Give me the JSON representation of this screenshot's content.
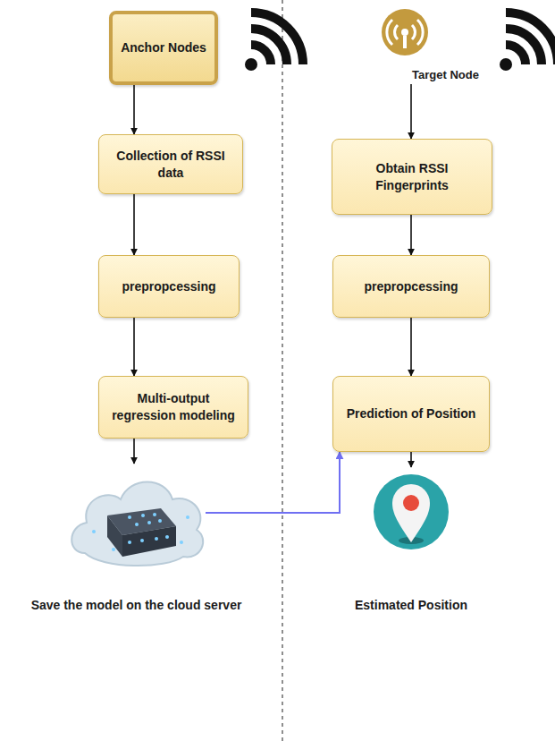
{
  "diagram": {
    "nodes": [
      {
        "text": [
          "Anchor Nodes"
        ]
      },
      {
        "text": [
          "Collection of RSSI data"
        ]
      },
      {
        "text": [
          "prepropcessing"
        ]
      },
      {
        "text": [
          "Multi-output regression modeling"
        ]
      },
      {
        "text": [
          "Save the model on the cloud server"
        ]
      },
      {
        "text": [
          "Target Node"
        ]
      },
      {
        "text": [
          "Obtain RSSI Fingerprints"
        ]
      },
      {
        "text": [
          "prepropcessing"
        ]
      },
      {
        "text": [
          "Prediction of Position"
        ]
      },
      {
        "text": [
          "Estimated Position"
        ]
      }
    ],
    "edges": [
      {
        "from": 0,
        "to": 1,
        "arrow": "to"
      },
      {
        "from": 1,
        "to": 2,
        "arrow": "to"
      },
      {
        "from": 2,
        "to": 3,
        "arrow": "to"
      },
      {
        "from": 3,
        "to": 4,
        "arrow": "to"
      },
      {
        "from": 4,
        "to": 8,
        "arrow": "to"
      },
      {
        "from": 5,
        "to": 6,
        "arrow": "to"
      },
      {
        "from": 6,
        "to": 7,
        "arrow": "to"
      },
      {
        "from": 7,
        "to": 8,
        "arrow": "to"
      },
      {
        "from": 8,
        "to": 9,
        "arrow": "to"
      }
    ]
  }
}
